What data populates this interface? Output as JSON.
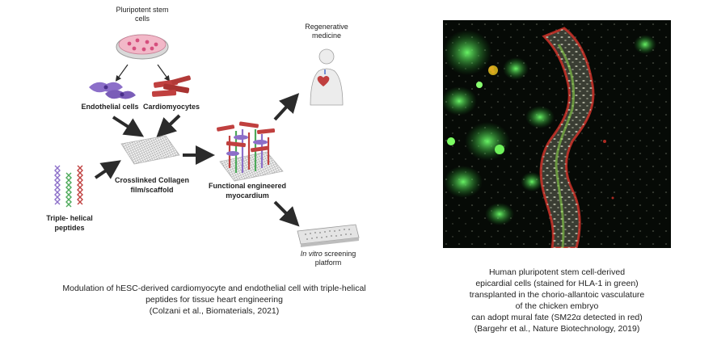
{
  "diagram": {
    "stem_cells_label": [
      "Pluripotent stem",
      "cells"
    ],
    "endothelial_label": "Endothelial cells",
    "cardiomyocytes_label": "Cardiomyocytes",
    "scaffold_label": [
      "Crosslinked Collagen",
      "film/scaffold"
    ],
    "myocardium_label": [
      "Functional engineered",
      "myocardium"
    ],
    "regen_label": [
      "Regenerative",
      "medicine"
    ],
    "peptides_label": [
      "Triple- helical",
      "peptides"
    ],
    "screening_label_italic": "In vitro",
    "screening_label_rest": " screening",
    "screening_label_2": "platform"
  },
  "left_caption": [
    "Modulation of hESC-derived cardiomyocyte and endothelial cell with triple-helical",
    "peptides for tissue heart engineering",
    "(Colzani et al., Biomaterials, 2021)"
  ],
  "right_caption": [
    "Human pluripotent stem cell-derived",
    "epicardial cells (stained for HLA-1 in green)",
    "transplanted in the chorio-allantoic vasculature",
    "of the chicken embryo",
    "can adopt mural fate (SM22α detected in red)",
    "(Bargehr et al., Nature Biotechnology, 2019)"
  ],
  "colors": {
    "petri_dish": "#f2b8c8",
    "endothelial": "#8c6fc9",
    "cardiomyocyte": "#c0403f",
    "arrow": "#2b2b2b",
    "green_stain": "#39d44a",
    "red_stain": "#d8332a"
  }
}
